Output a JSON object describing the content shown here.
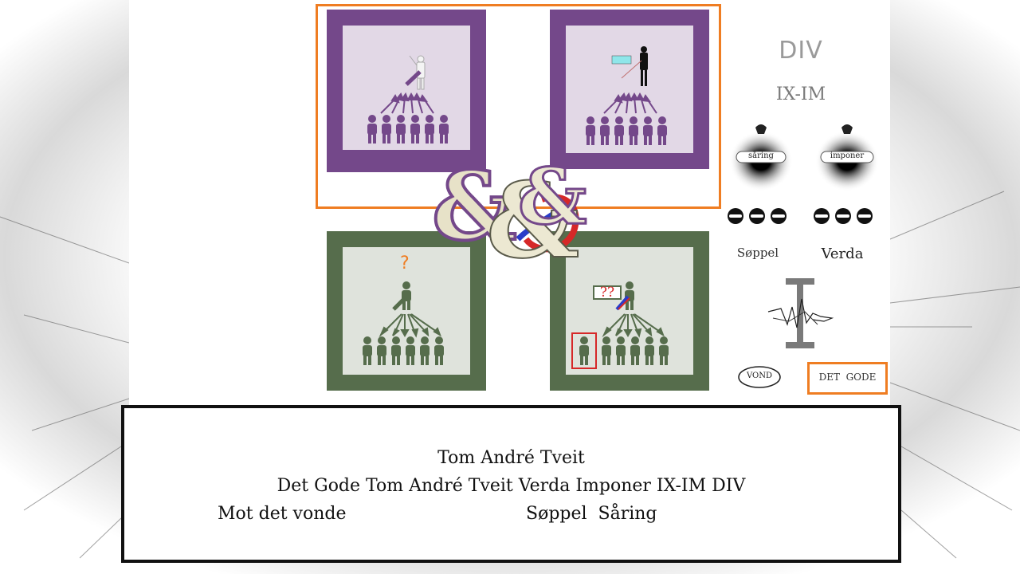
{
  "side": {
    "title_top": "DIV",
    "title_mid": "IX-IM",
    "badge_left": "såring",
    "badge_right": "imponer",
    "label_soppel": "Søppel",
    "label_verda": "Verda",
    "oval_label": "VOND",
    "det_gode_label": "DET  GODE"
  },
  "panels": {
    "question_mark": "?",
    "double_question": "??"
  },
  "caption": {
    "line1": "Tom André Tveit",
    "line2": "Det Gode Tom André Tveit Verda Imponer IX-IM DIV",
    "line3_left": "Mot det vonde",
    "line3_right": "Søppel  Såring"
  },
  "colors": {
    "purple": "#74488a",
    "green": "#566d4c",
    "orange_highlight": "#ef7d22",
    "red_box": "#d62828"
  }
}
